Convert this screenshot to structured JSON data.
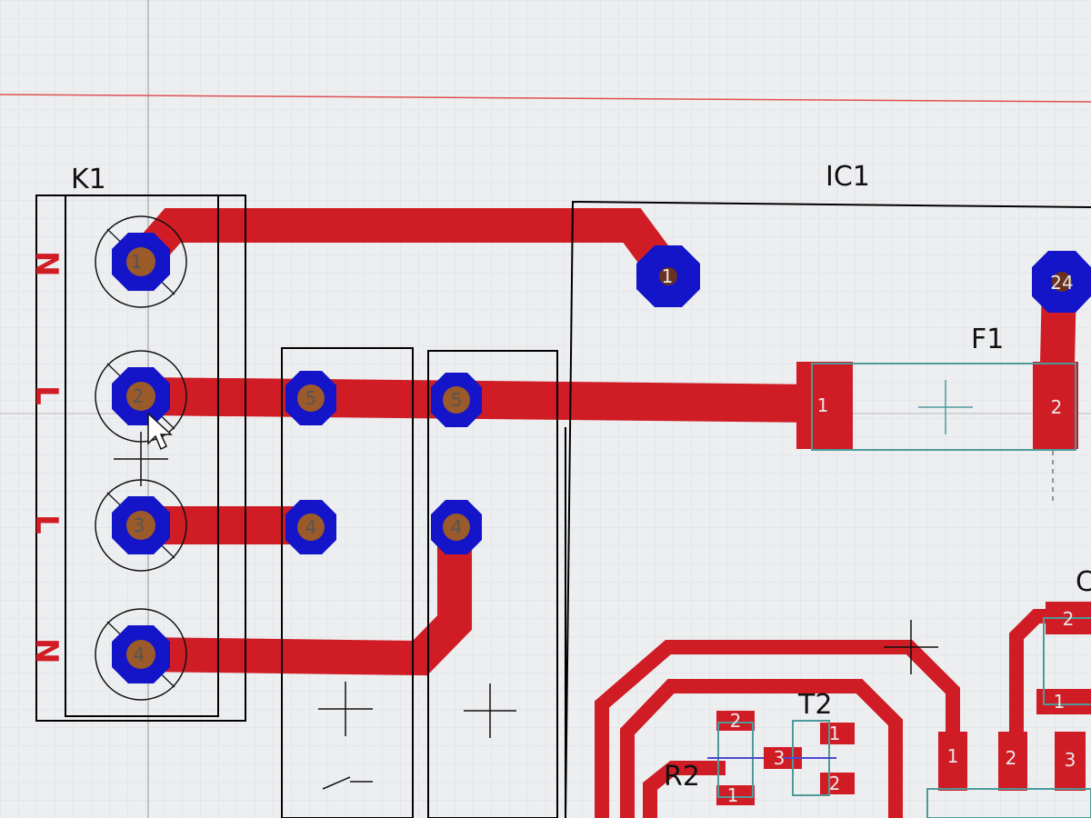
{
  "colors": {
    "background": "#eceef0",
    "grid": "#dcdfe3",
    "copper_top": "#d01c24",
    "via_ring": "#1414c8",
    "drill": "#9a5a2a",
    "silkscreen": "#000000",
    "board_edge": "#e05050",
    "component_outline": "#4e9a9a"
  },
  "components": {
    "k1": {
      "ref": "K1",
      "pins": [
        "1",
        "2",
        "3",
        "4"
      ],
      "side_marks": [
        "N",
        "L",
        "L",
        "N"
      ]
    },
    "ic1": {
      "ref": "IC1",
      "pins": {
        "p1": "1",
        "p24": "24"
      }
    },
    "f1": {
      "ref": "F1",
      "pins": [
        "1",
        "2"
      ]
    },
    "t2": {
      "ref": "T2",
      "pins": [
        "1",
        "3",
        "2"
      ]
    },
    "r2": {
      "ref": "R2",
      "pins": [
        "2",
        "1"
      ]
    },
    "relay_a": {
      "pins": [
        "5",
        "4"
      ]
    },
    "relay_b": {
      "pins": [
        "5",
        "4"
      ]
    },
    "right_parts": {
      "ref_partial": "C",
      "pins": [
        "2",
        "1",
        "1",
        "2",
        "3"
      ]
    }
  }
}
